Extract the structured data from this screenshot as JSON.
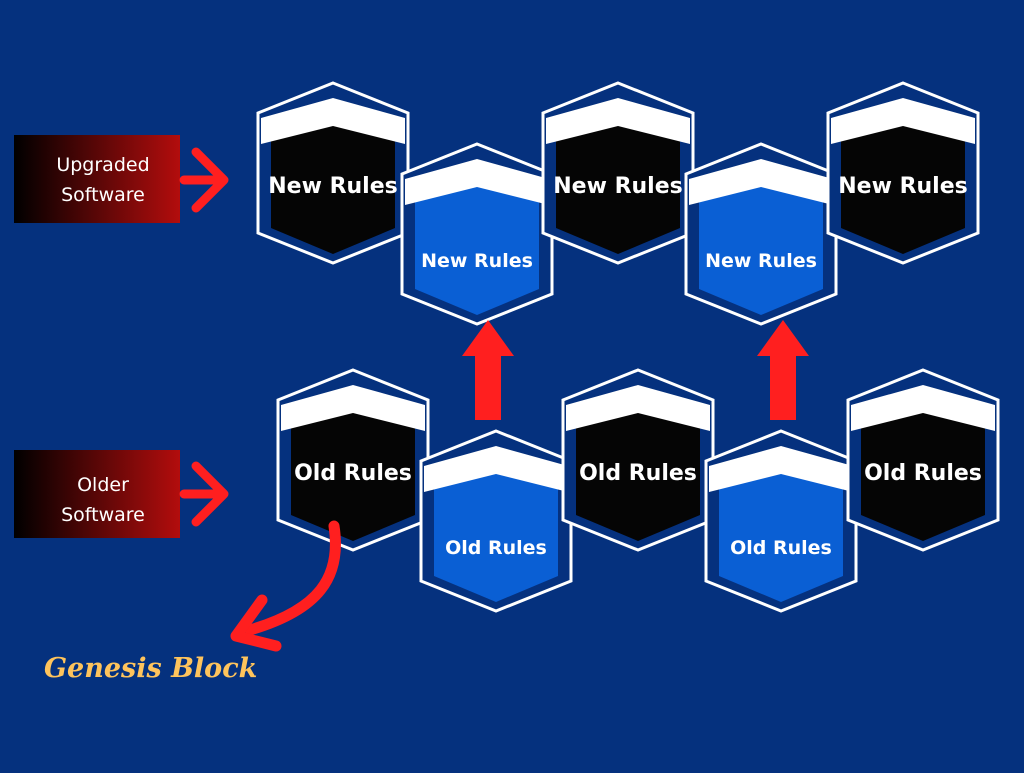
{
  "colors": {
    "background": "#05317e",
    "black_block": "#050505",
    "blue_block": "#0a5fd4",
    "frame_fill": "#05317e",
    "frame_stroke": "#ffffff",
    "arrow_red": "#ff1f1f",
    "label_gradient_start": "#000000",
    "label_gradient_end": "#b30d0d",
    "genesis_text": "#ffc45c"
  },
  "labels": {
    "upgraded_line1": "Upgraded",
    "upgraded_line2": "Software",
    "older_line1": "Older",
    "older_line2": "Software",
    "genesis": "Genesis Block"
  },
  "chains": {
    "new": [
      {
        "label": "New Rules",
        "style": "black"
      },
      {
        "label": "New Rules",
        "style": "blue"
      },
      {
        "label": "New Rules",
        "style": "black"
      },
      {
        "label": "New Rules",
        "style": "blue"
      },
      {
        "label": "New Rules",
        "style": "black"
      }
    ],
    "old": [
      {
        "label": "Old Rules",
        "style": "black"
      },
      {
        "label": "Old Rules",
        "style": "blue"
      },
      {
        "label": "Old Rules",
        "style": "black"
      },
      {
        "label": "Old Rules",
        "style": "blue"
      },
      {
        "label": "Old Rules",
        "style": "black"
      }
    ]
  },
  "icons": {
    "side_arrow": "chevron-right-arrow-icon",
    "upgrade_arrow": "arrow-up-icon",
    "genesis_arrow": "curved-arrow-icon"
  }
}
